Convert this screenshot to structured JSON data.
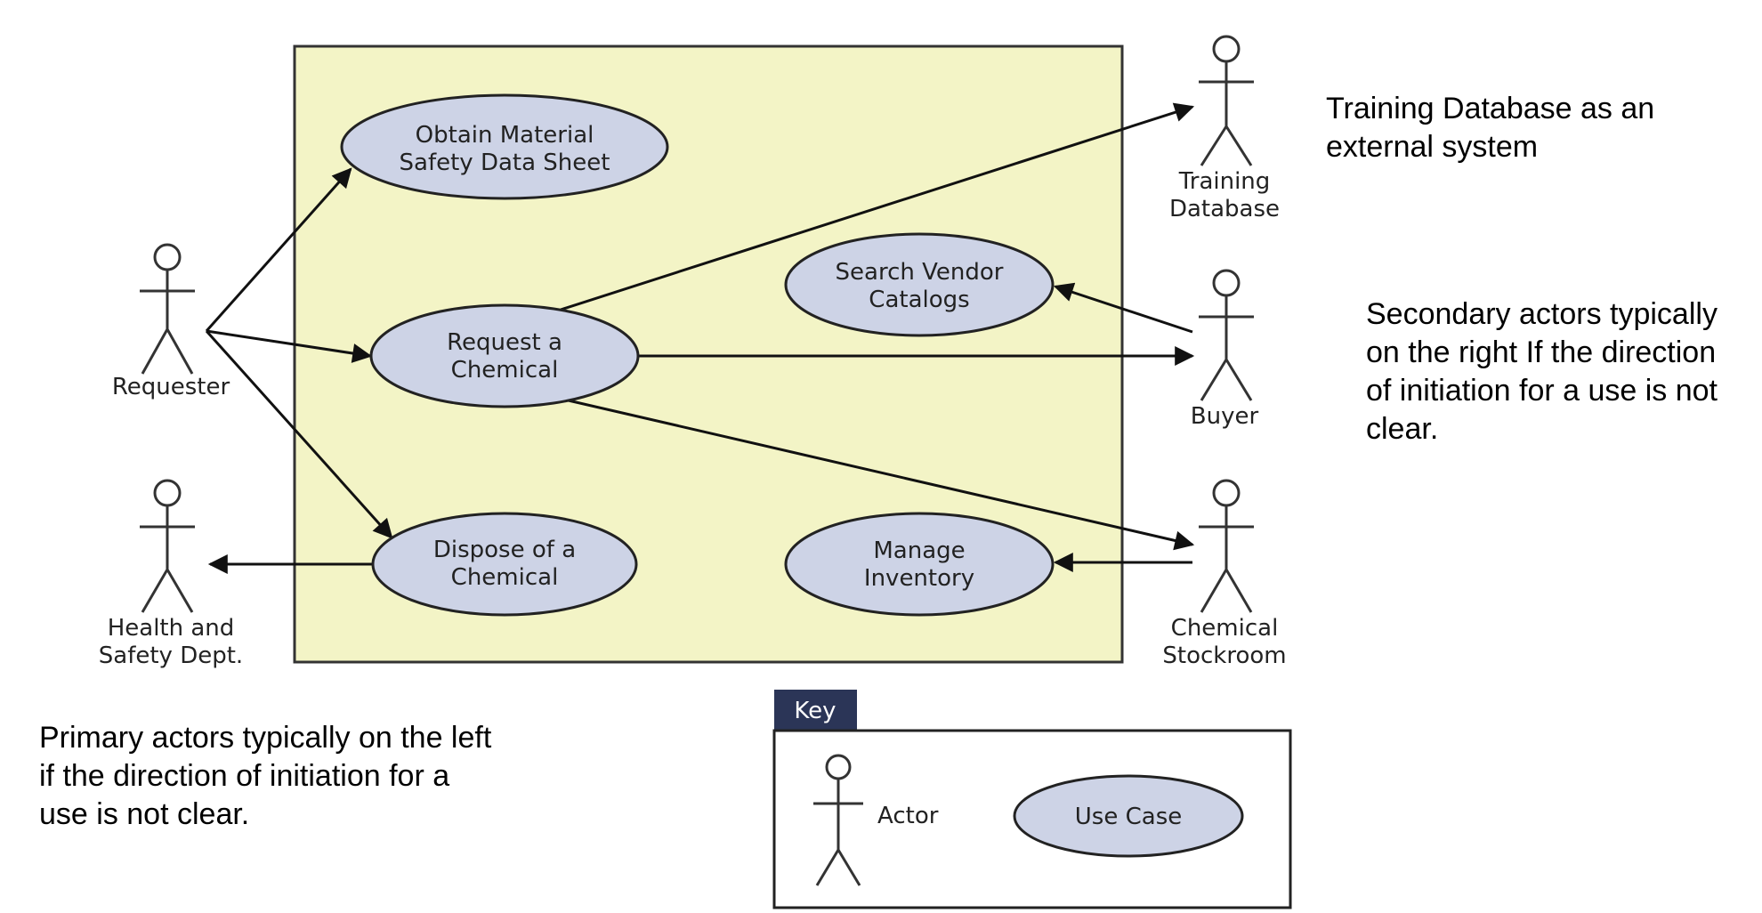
{
  "diagram": {
    "actors": {
      "requester": "Requester",
      "health_safety": [
        "Health and",
        "Safety Dept."
      ],
      "training_db": [
        "Training",
        "Database"
      ],
      "buyer": "Buyer",
      "stockroom": [
        "Chemical",
        "Stockroom"
      ]
    },
    "use_cases": {
      "obtain_msds": [
        "Obtain Material",
        "Safety Data Sheet"
      ],
      "request_chemical": [
        "Request a",
        "Chemical"
      ],
      "dispose_chemical": [
        "Dispose of a",
        "Chemical"
      ],
      "search_vendor": [
        "Search Vendor",
        "Catalogs"
      ],
      "manage_inventory": [
        "Manage",
        "Inventory"
      ]
    },
    "key": {
      "title": "Key",
      "actor_label": "Actor",
      "use_case_label": "Use Case"
    }
  },
  "annotations": {
    "training_note": [
      "Training Database as an",
      "external system"
    ],
    "secondary_note": [
      "Secondary actors typically",
      "on the right If the direction",
      "of initiation for a use is not",
      "clear."
    ],
    "primary_note": [
      "Primary actors typically on the left",
      "if the direction of initiation for a",
      "use is not clear."
    ]
  },
  "colors": {
    "system_boundary_fill": "#f3f4c6",
    "use_case_fill": "#cdd3e6",
    "key_tab_fill": "#2b3557",
    "line": "#111111"
  }
}
